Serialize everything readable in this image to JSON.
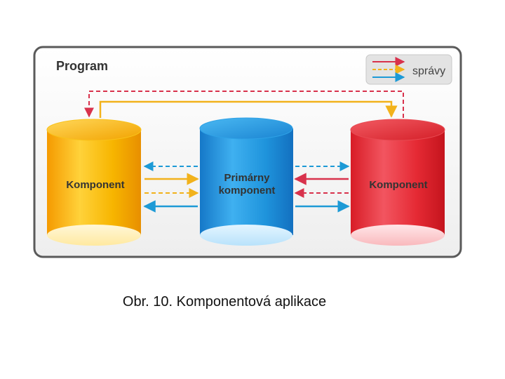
{
  "diagram": {
    "frame_title": "Program",
    "legend": {
      "label": "správy",
      "colors": [
        "#d8324c",
        "#f2b21b",
        "#1d9ad6"
      ]
    },
    "components": {
      "left": {
        "label": "Komponent"
      },
      "center": {
        "label_line1": "Primárny",
        "label_line2": "komponent"
      },
      "right": {
        "label": "Komponent"
      }
    },
    "colors": {
      "message_red": "#d8324c",
      "message_yellow": "#f2b21b",
      "message_blue": "#1d9ad6",
      "cylinder_yellow": "#f5b400",
      "cylinder_blue": "#1a8fd8",
      "cylinder_red": "#e0262f",
      "frame_border": "#555555",
      "frame_background": "#f4f4f4"
    }
  },
  "caption": "Obr. 10. Komponentová aplikace"
}
